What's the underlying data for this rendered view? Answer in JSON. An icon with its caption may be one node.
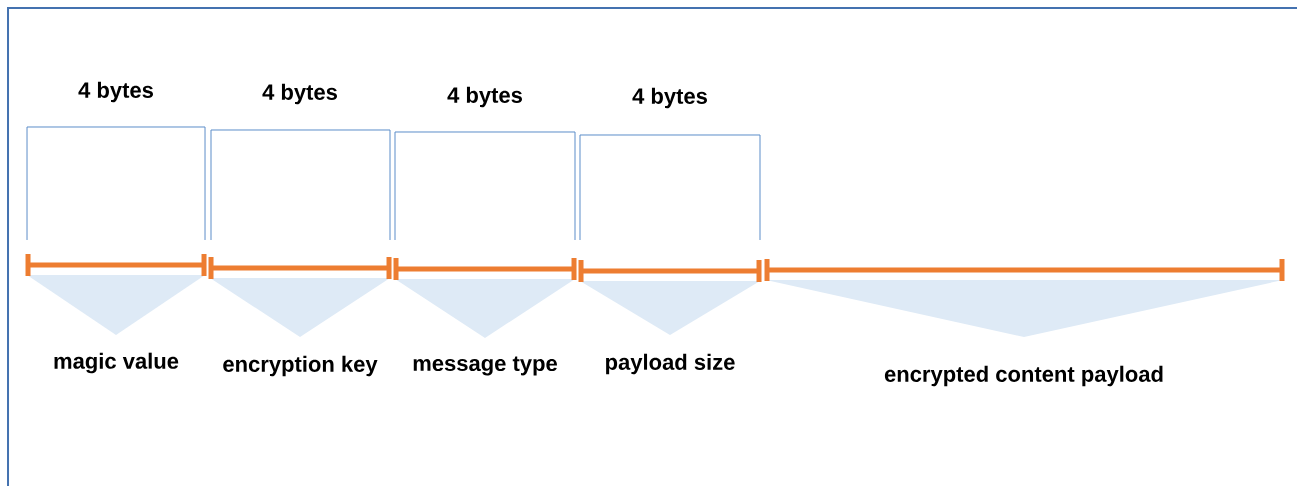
{
  "diagram": {
    "labels": [
      "4 bytes",
      "4 bytes",
      "4 bytes",
      "4 bytes",
      "magic value",
      "encryption key",
      "message type",
      "payload size",
      "encrypted content payload"
    ]
  }
}
